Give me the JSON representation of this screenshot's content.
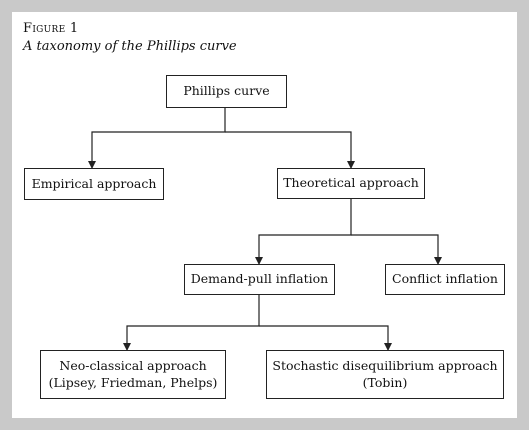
{
  "figure": {
    "label": "Figure 1",
    "title": "A taxonomy of the Phillips curve"
  },
  "nodes": {
    "root": {
      "label": "Phillips curve"
    },
    "empirical": {
      "label": "Empirical approach"
    },
    "theoretical": {
      "label": "Theoretical approach"
    },
    "demand_pull": {
      "label": "Demand-pull inflation"
    },
    "conflict": {
      "label": "Conflict inflation"
    },
    "neo_classical": {
      "line1": "Neo-classical approach",
      "line2": "(Lipsey, Friedman, Phelps)"
    },
    "stochastic": {
      "line1": "Stochastic disequilibrium approach",
      "line2": "(Tobin)"
    }
  },
  "edges": [
    {
      "from": "root",
      "to": "empirical"
    },
    {
      "from": "root",
      "to": "theoretical"
    },
    {
      "from": "theoretical",
      "to": "demand_pull"
    },
    {
      "from": "theoretical",
      "to": "conflict"
    },
    {
      "from": "demand_pull",
      "to": "neo_classical"
    },
    {
      "from": "demand_pull",
      "to": "stochastic"
    }
  ]
}
